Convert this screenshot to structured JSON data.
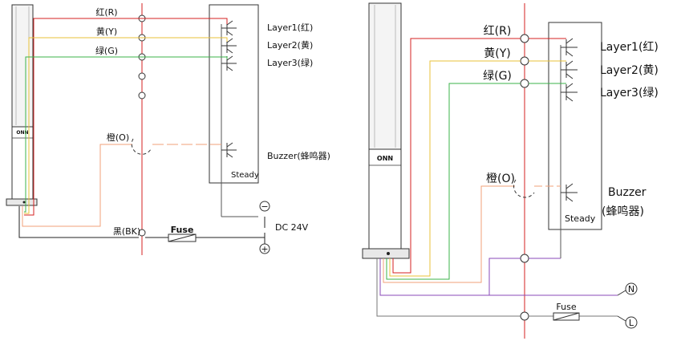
{
  "colors": {
    "red": "#d62020",
    "yellow": "#e8c23a",
    "green": "#3bb34a",
    "orange": "#f2a07a",
    "purple": "#8a4ab8",
    "black": "#222222",
    "grey": "#777777"
  },
  "left": {
    "wires": {
      "red": "红(R)",
      "yellow": "黄(Y)",
      "green": "绿(G)",
      "orange": "橙(O)",
      "black": "黑(BK)"
    },
    "layers": [
      "Layer1(红)",
      "Layer2(黄)",
      "Layer3(绿)"
    ],
    "buzzer": "Buzzer(蜂鸣器)",
    "steady": "Steady",
    "fuse": "Fuse",
    "brand": "ONN",
    "supply": "DC 24V",
    "minus": "−",
    "plus": "+"
  },
  "right": {
    "wires": {
      "red": "红(R)",
      "yellow": "黄(Y)",
      "green": "绿(G)",
      "orange": "橙(O)"
    },
    "layers": [
      "Layer1(红)",
      "Layer2(黄)",
      "Layer3(绿)"
    ],
    "buzzer_line1": "Buzzer",
    "buzzer_line2": "(蜂鸣器)",
    "steady": "Steady",
    "fuse": "Fuse",
    "brand": "ONN",
    "neutral": "N",
    "live": "L"
  }
}
